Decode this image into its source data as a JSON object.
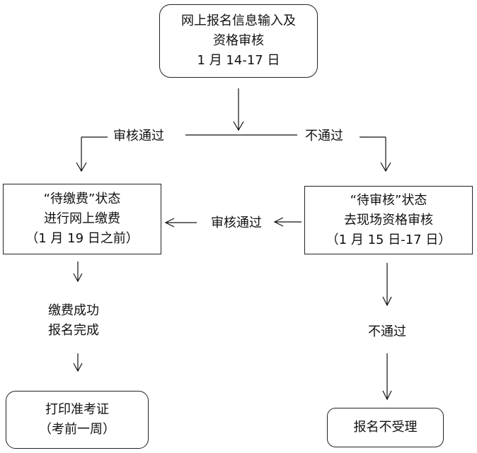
{
  "nodes": {
    "apply": {
      "lines": [
        "网上报名信息输入及",
        "资格审核",
        "1 月 14-17 日"
      ]
    },
    "pending_payment": {
      "lines": [
        "“待缴费”状态",
        "进行网上缴费",
        "（1 月 19 日之前）"
      ]
    },
    "pending_review": {
      "lines": [
        "“待审核”状态",
        "去现场资格审核",
        "（1 月 15 日-17 日）"
      ]
    },
    "payment_done": {
      "lines": [
        "缴费成功",
        "报名完成"
      ]
    },
    "print_ticket": {
      "lines": [
        "打印准考证",
        "（考前一周）"
      ]
    },
    "rejected": {
      "lines": [
        "报名不受理"
      ]
    }
  },
  "edges": {
    "approved_1": "审核通过",
    "not_approved_1": "不通过",
    "approved_2": "审核通过",
    "not_approved_2": "不通过"
  }
}
